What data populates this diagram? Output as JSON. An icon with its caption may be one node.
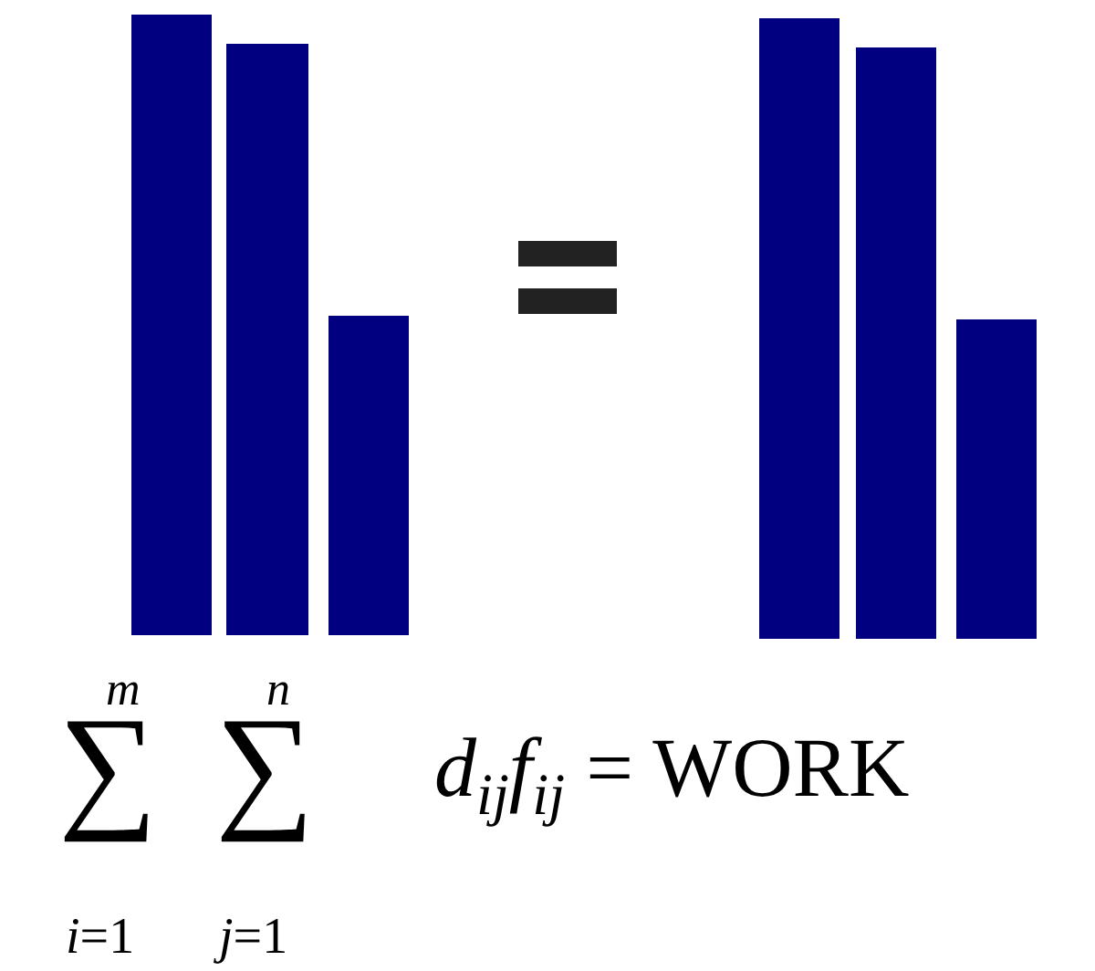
{
  "diagram": {
    "labels": [
      "*m*",
      "*n*",
      "∑",
      "∑",
      "*i*=1",
      "*j*=1",
      "*d*$_{ij}$*f*$_{ij}$ = WORK"
    ]
  }
}
